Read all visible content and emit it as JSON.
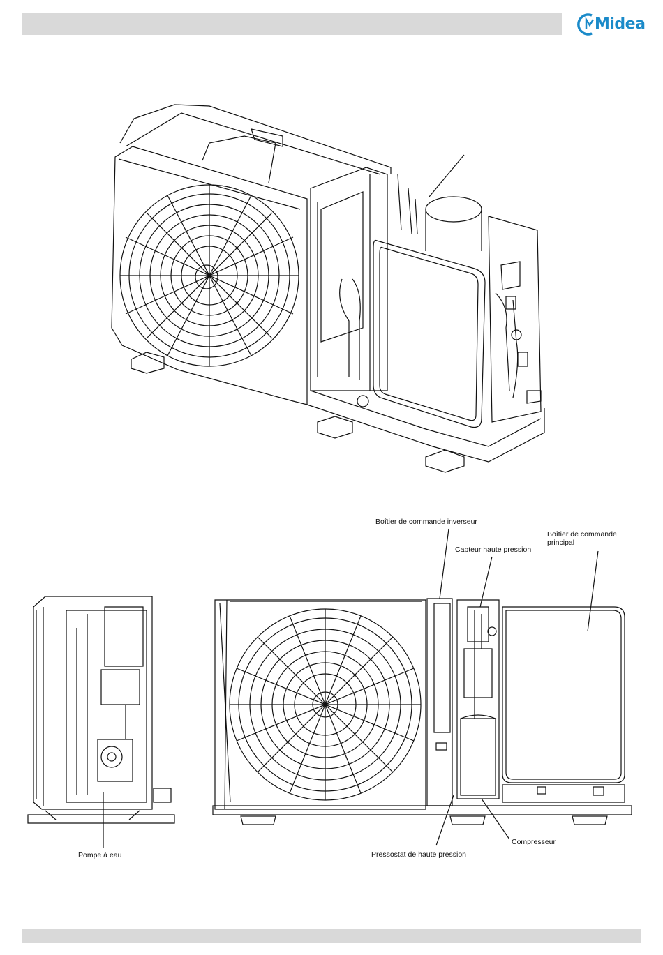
{
  "header": {
    "logo_text": "Midea",
    "logo_color": "#1a8ac9",
    "bar_color": "#d9d9d9"
  },
  "labels": {
    "inverter_box": "Boîtier de commande inverseur",
    "pressure_sensor": "Capteur haute pression",
    "main_box": "Boîtier de commande principal",
    "water_pump": "Pompe à eau",
    "pressure_switch": "Pressostat de haute pression",
    "compressor": "Compresseur"
  },
  "icons": {
    "logo": "midea-logo-icon"
  }
}
